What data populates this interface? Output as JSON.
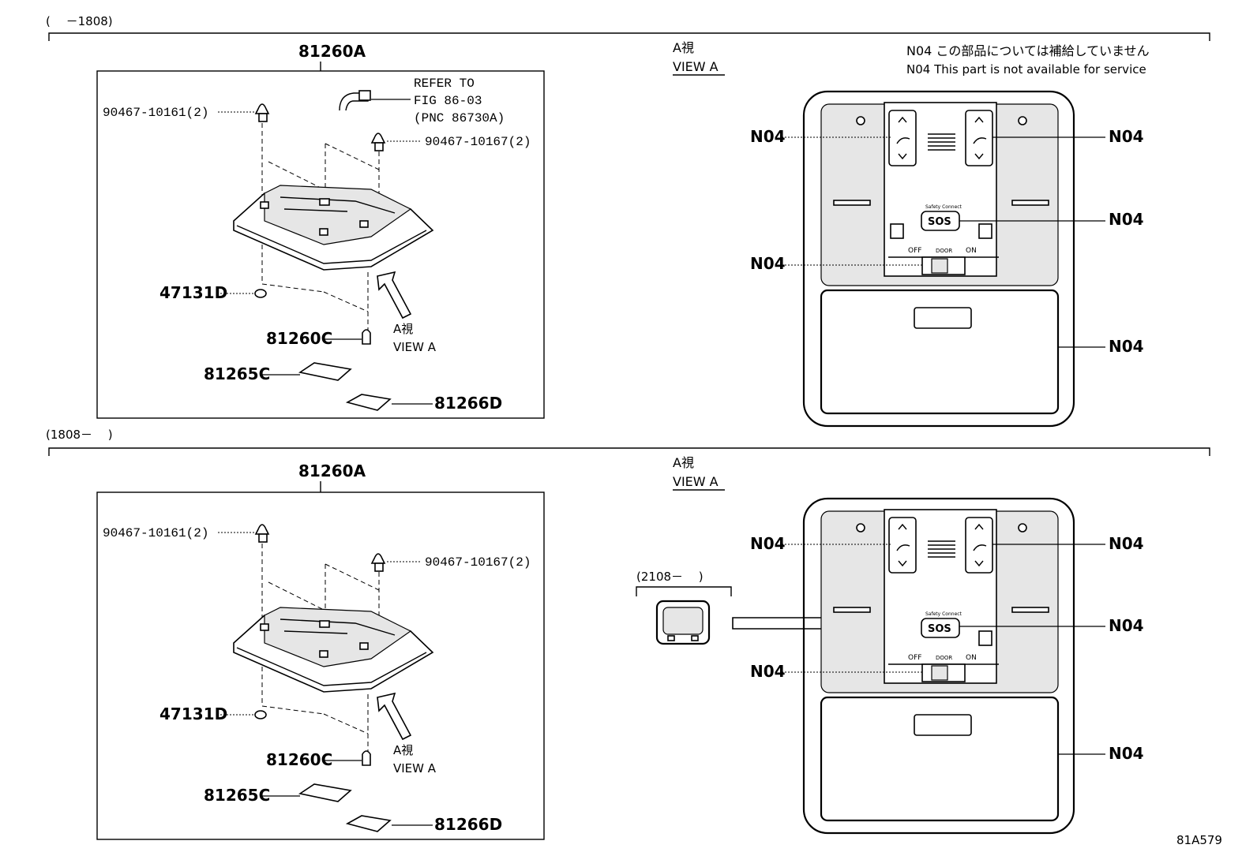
{
  "header": {
    "section_top_range": "(　 －1808)",
    "section_bottom_range": "(1808－　 )",
    "note_jp": "N04 この部品については補給していません",
    "note_en": "N04 This part is not available for service",
    "figure_code": "81A579"
  },
  "section_top": {
    "assembly_label": "81260A",
    "refer_line1": "REFER TO",
    "refer_line2": "FIG 86-03",
    "refer_line3": "(PNC 86730A)",
    "clip_left": "90467-10161(2)",
    "clip_right": "90467-10167(2)",
    "lens": "47131D",
    "bulb": "81260C",
    "cover_c": "81265C",
    "cover_d": "81266D",
    "view_jp": "A視",
    "view_en": "VIEW A",
    "view_header_jp": "A視",
    "view_header_en": "VIEW A",
    "callouts": [
      "N04",
      "N04",
      "N04",
      "N04",
      "N04"
    ]
  },
  "section_bottom": {
    "assembly_label": "81260A",
    "clip_left": "90467-10161(2)",
    "clip_right": "90467-10167(2)",
    "lens": "47131D",
    "bulb": "81260C",
    "cover_c": "81265C",
    "cover_d": "81266D",
    "view_jp": "A視",
    "view_en": "VIEW A",
    "view_header_jp": "A視",
    "view_header_en": "VIEW A",
    "variant_range": "(2108－　 )",
    "callouts": [
      "N04",
      "N04",
      "N04",
      "N04",
      "N04"
    ]
  },
  "console": {
    "sos": "SOS",
    "off": "OFF",
    "door": "DOOR",
    "on": "ON",
    "small_label": "Safety Connect"
  }
}
